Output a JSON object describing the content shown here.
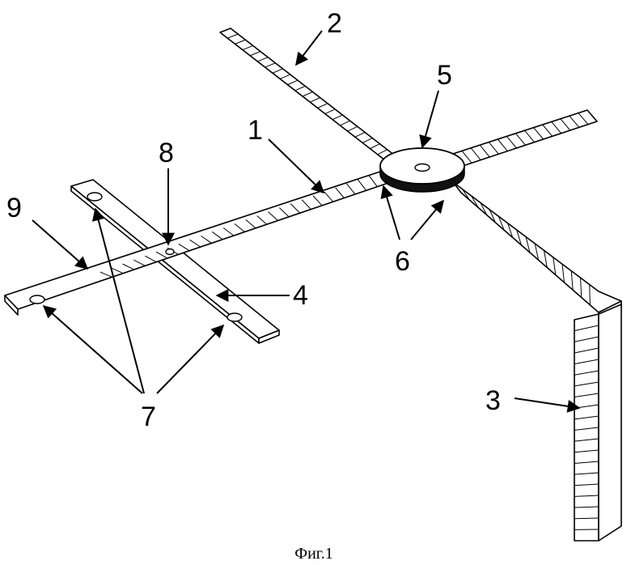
{
  "figure": {
    "caption": "Фиг.1",
    "labels": [
      "1",
      "2",
      "3",
      "4",
      "5",
      "6",
      "7",
      "8",
      "9"
    ]
  }
}
